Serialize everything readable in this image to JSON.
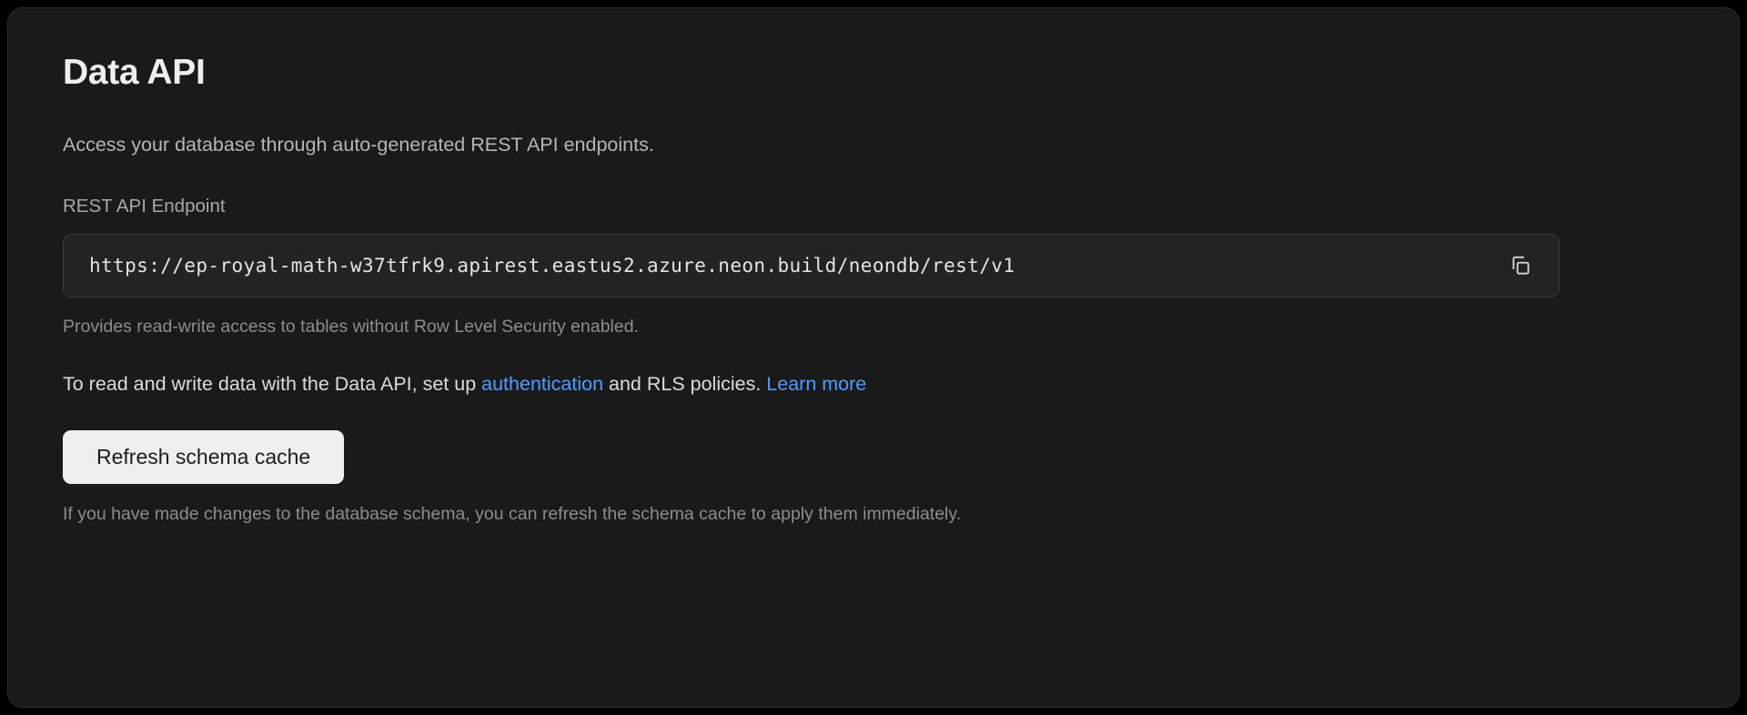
{
  "theme": {
    "page_background": "#000000",
    "card_background": "#1a1a1a",
    "card_border": "#2c2c2c",
    "input_background": "#232323",
    "input_border": "#3a3a3a",
    "link_color": "#4a9eff",
    "button_background": "#efefef",
    "button_text_color": "#1c1c1c",
    "heading_color": "#efefef",
    "muted_text_color": "#8d8d8d"
  },
  "card": {
    "title": "Data API",
    "subtitle": "Access your database through auto-generated REST API endpoints.",
    "endpoint": {
      "label": "REST API Endpoint",
      "value": "https://ep-royal-math-w37tfrk9.apirest.eastus2.azure.neon.build/neondb/rest/v1",
      "copy_icon": "copy-icon",
      "helper_text": "Provides read-write access to tables without Row Level Security enabled."
    },
    "info_paragraph": {
      "part1": "To read and write data with the Data API, set up ",
      "link1": "authentication",
      "part2": " and RLS policies. ",
      "link2": "Learn more"
    },
    "refresh_button": {
      "label": "Refresh schema cache"
    },
    "footer_text": "If you have made changes to the database schema, you can refresh the schema cache to apply them immediately."
  }
}
